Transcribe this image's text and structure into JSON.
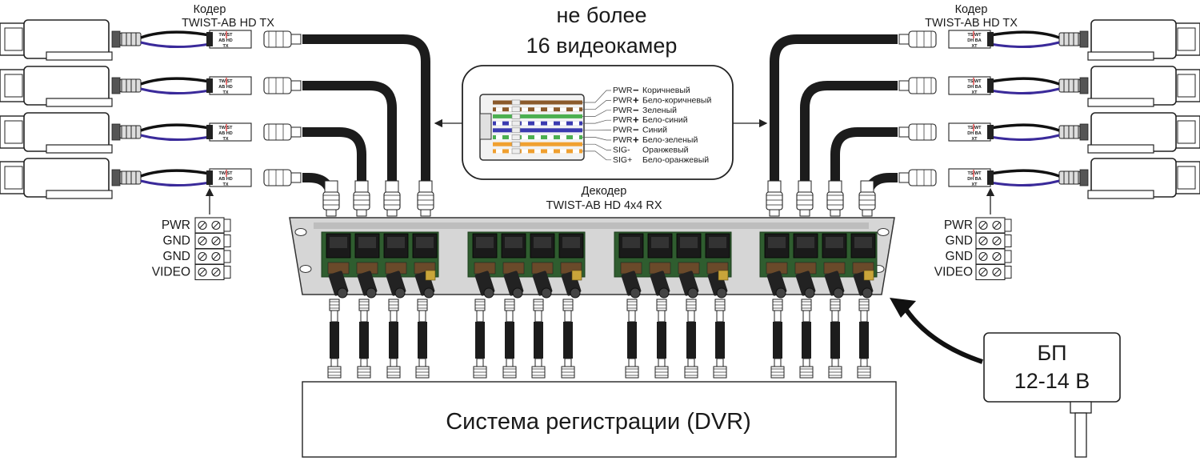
{
  "title_line1": "не более",
  "title_line2": "16 видеокамер",
  "encoder_left": {
    "label_line1": "Кодер",
    "label_line2": "TWIST-AB HD TX"
  },
  "encoder_right": {
    "label_line1": "Кодер",
    "label_line2": "TWIST-AB HD TX"
  },
  "encoder_chip": {
    "line1": "TWIST",
    "line2": "AB HD",
    "line3": "TX"
  },
  "encoder_chip_mirrored": {
    "line1": "TSIWT",
    "line2": "DH BA",
    "line3": "XT"
  },
  "decoder": {
    "label_line1": "Декодер",
    "label_line2": "TWIST-AB HD 4x4 RX"
  },
  "terminal_left": [
    "PWR",
    "GND",
    "GND",
    "VIDEO"
  ],
  "terminal_right": [
    "PWR",
    "GND",
    "GND",
    "VIDEO"
  ],
  "pinout": [
    {
      "signal": "PWR",
      "sign": "−",
      "color": "Коричневый",
      "hex": "#8b5a2b",
      "striped": false
    },
    {
      "signal": "PWR",
      "sign": "+",
      "color": "Бело-коричневый",
      "hex": "#8b5a2b",
      "striped": true
    },
    {
      "signal": "PWR",
      "sign": "−",
      "color": "Зеленый",
      "hex": "#4caf50",
      "striped": false
    },
    {
      "signal": "PWR",
      "sign": "+",
      "color": "Бело-синий",
      "hex": "#3a3ab0",
      "striped": true
    },
    {
      "signal": "PWR",
      "sign": "−",
      "color": "Синий",
      "hex": "#3a3ab0",
      "striped": false
    },
    {
      "signal": "PWR",
      "sign": "+",
      "color": "Бело-зеленый",
      "hex": "#4caf50",
      "striped": true
    },
    {
      "signal": "SIG-",
      "sign": "",
      "color": "Оранжевый",
      "hex": "#f0a030",
      "striped": false
    },
    {
      "signal": "SIG+",
      "sign": "",
      "color": "Бело-оранжевый",
      "hex": "#f0a030",
      "striped": true
    }
  ],
  "psu": {
    "line1": "БП",
    "line2": "12-14 В"
  },
  "dvr": {
    "label": "Система регистрации (DVR)"
  },
  "colors": {
    "cable": "#1c1c1c",
    "pcb": "#2f5d2f",
    "panel": "#d4d4d4",
    "pair_wire": "#3a2a9a"
  }
}
